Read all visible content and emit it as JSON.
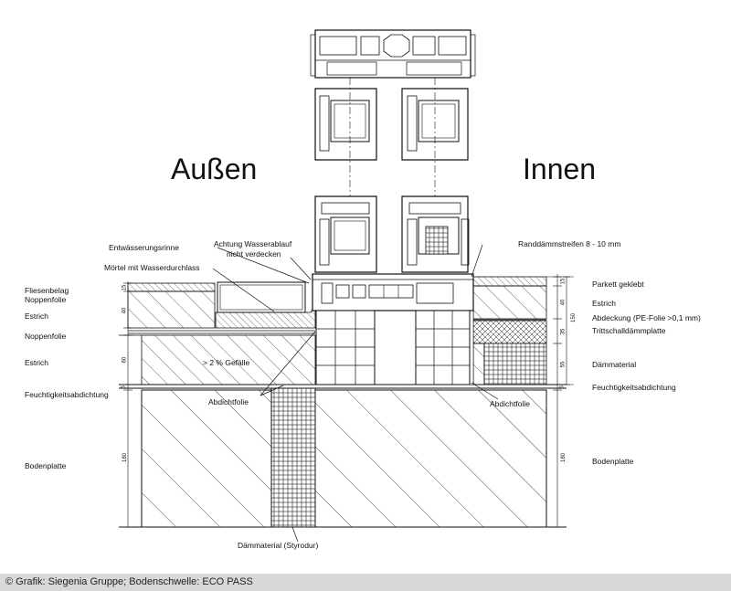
{
  "title_outside": "Außen",
  "title_inside": "Innen",
  "left_labels": {
    "fliesenbelag": "Fliesenbelag",
    "noppenfolie_top": "Noppenfolie",
    "estrich_top": "Estrich",
    "noppenfolie": "Noppenfolie",
    "estrich": "Estrich",
    "feuchtigkeitsabdichtung": "Feuchtigkeitsabdichtung",
    "bodenplatte": "Bodenplatte"
  },
  "right_labels": {
    "parkett": "Parkett geklebt",
    "estrich": "Estrich",
    "abdeckung": "Abdeckung (PE-Folie >0,1 mm)",
    "trittschall": "Trittschalldämmplatte",
    "daemmaterial": "Dämmaterial",
    "feuchtigkeitsabdichtung": "Feuchtigkeitsabdichtung",
    "bodenplatte": "Bodenplatte"
  },
  "callouts": {
    "entwaesserungsrinne": "Entwässerungsrinne",
    "achtung_line1": "Achtung Wasserablauf",
    "achtung_line2": "nicht verdecken",
    "moertel": "Mörtel mit Wasserdurchlass",
    "randdaemmstreifen": "Randdämmstreifen 8 - 10 mm",
    "gefaelle": "> 2 % Gefälle",
    "abdichtfolie_left": "Abdichtfolie",
    "abdichtfolie_right": "Abdichtfolie",
    "daemmaterial_styrodur": "Dämmaterial (Styrodur)"
  },
  "dimensions_left": {
    "d1": "15",
    "d2": "40",
    "d3": "60",
    "d4": "5",
    "d5": "180"
  },
  "dimensions_right": {
    "d1": "15",
    "d2": "40",
    "d3": "35",
    "d4": "55",
    "d5": "150",
    "d6": "5",
    "d7": "180"
  },
  "footer_credit": "© Grafik: Siegenia Gruppe; Bodenschwelle: ECO PASS"
}
